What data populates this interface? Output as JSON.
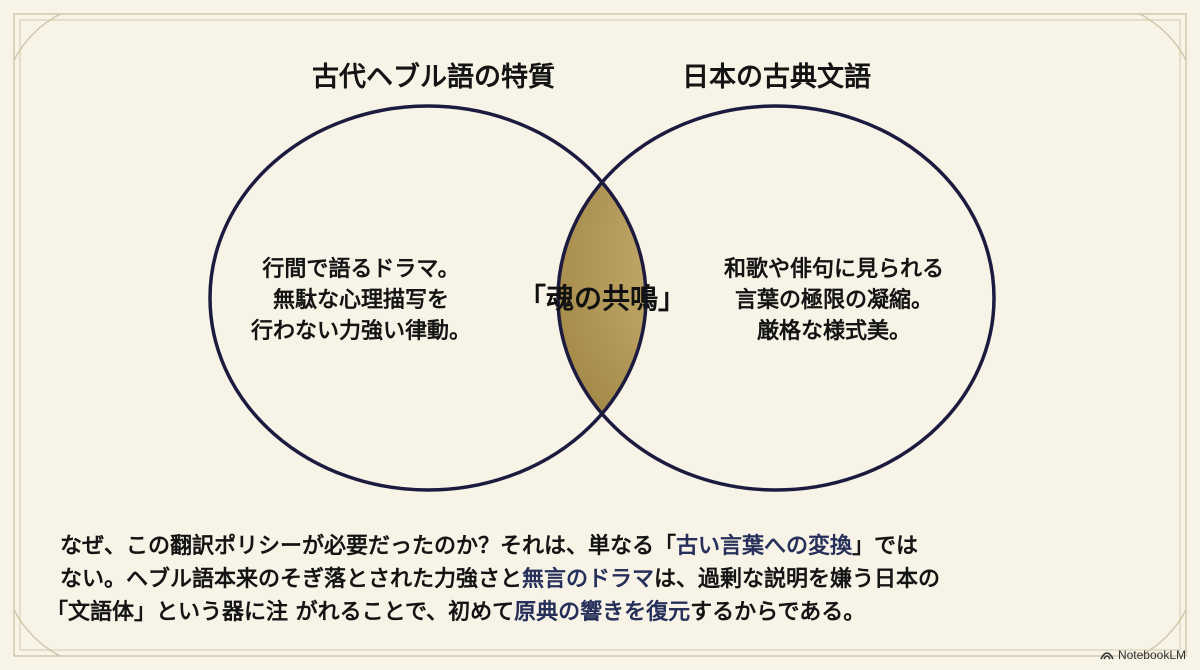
{
  "left_title": "古代ヘブル語の特質",
  "right_title": "日本の古典文語",
  "left_lines": [
    "行間で語るドラマ。",
    "無駄な心理描写を",
    "行わない力強い律動。"
  ],
  "center_label": "「魂の共鳴」",
  "right_lines": [
    "和歌や俳句に見られる",
    "言葉の極限の凝縮。",
    "厳格な様式美。"
  ],
  "bottom": {
    "s1": "なぜ、この翻訳ポリシーが必要だったのか？それは、単なる「",
    "h1": "古い言葉への変換",
    "s2": "」では",
    "s3": "ない。ヘブル語本来のそぎ落とされた力強さと",
    "h2": "無言のドラマ",
    "s4": "は、過剰な説明を嫌う日本の",
    "s5": "「文語体」という器に注 がれることで、初めて",
    "h3": "原典の響きを復元",
    "s6": "するからである。"
  },
  "logo_text": "NotebookLM",
  "colors": {
    "background": "#f7f3e6",
    "circle_stroke": "#1c1a3f",
    "intersection_light": "#dcc68a",
    "intersection_dark": "#9f8442",
    "highlight_text": "#26305a"
  }
}
